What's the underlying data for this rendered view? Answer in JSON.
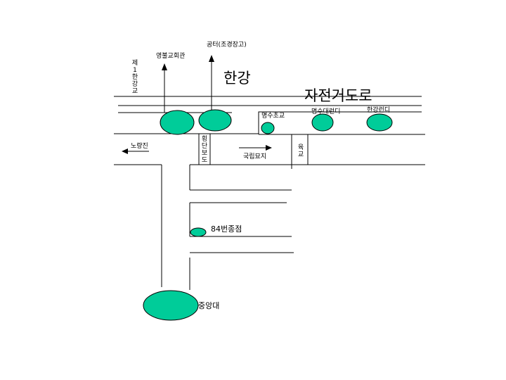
{
  "colors": {
    "landmark_fill": "#00cc99",
    "line": "#000000",
    "background": "#ffffff"
  },
  "labels": {
    "gongteo": "공터(조경장고)",
    "youngbul": "영불교회관",
    "bridge_1han": "제1한강교",
    "hangang": "한강",
    "bike_road": "자전거도로",
    "myungsu_school": "명수초교",
    "myungsu_apt": "명수대런디",
    "hangang_apt": "한강런디",
    "noryangjin": "노량진",
    "crosswalk": "횡단보도",
    "national_cemetery": "국립묘지",
    "overpass": "육교",
    "store_84": "84번종점",
    "chungang_univ": "중앙대"
  }
}
